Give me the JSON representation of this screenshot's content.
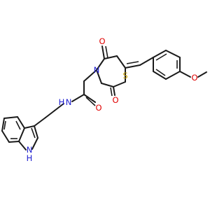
{
  "molecule": {
    "atoms": {
      "O_top": {
        "text": "O",
        "color": "#e00000"
      },
      "O_right": {
        "text": "O",
        "color": "#e00000"
      },
      "O_amide": {
        "text": "O",
        "color": "#e00000"
      },
      "O_methoxy": {
        "text": "O",
        "color": "#e00000"
      },
      "N_ring": {
        "text": "N",
        "color": "#2020d0"
      },
      "N_amide": {
        "text": "N",
        "color": "#2020d0"
      },
      "H_amide": {
        "text": "H",
        "color": "#2020d0"
      },
      "S": {
        "text": "S",
        "color": "#c8a000"
      },
      "N_indole": {
        "text": "N",
        "color": "#2020d0"
      },
      "H_indole": {
        "text": "H",
        "color": "#2020d0"
      }
    },
    "bond_color": "#1a1a1a",
    "background": "#ffffff"
  }
}
